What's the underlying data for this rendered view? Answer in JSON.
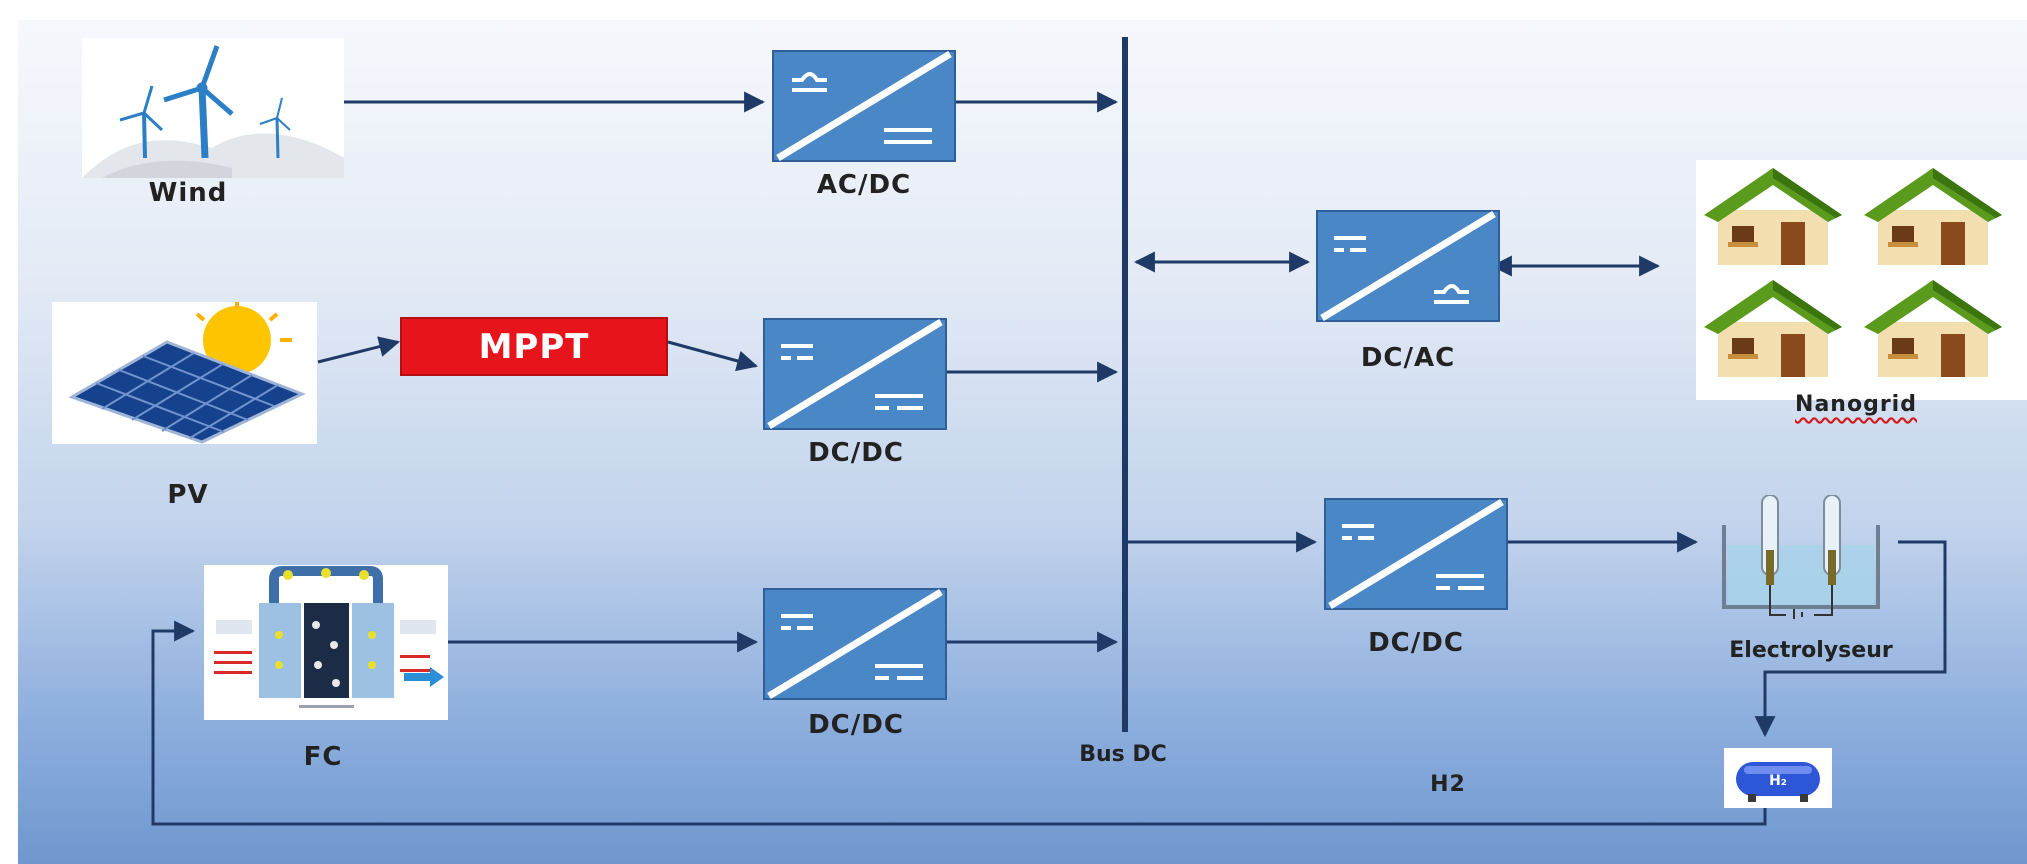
{
  "sources": {
    "wind": {
      "label": "Wind"
    },
    "pv": {
      "label": "PV"
    },
    "fc": {
      "label": "FC"
    }
  },
  "mppt": {
    "label": "MPPT"
  },
  "converters": {
    "wind_acdc": {
      "label": "AC/DC"
    },
    "pv_dcdc": {
      "label": "DC/DC"
    },
    "fc_dcdc": {
      "label": "DC/DC"
    },
    "load_dcac": {
      "label": "DC/AC"
    },
    "elec_dcdc": {
      "label": "DC/DC"
    }
  },
  "bus": {
    "label": "Bus DC"
  },
  "loads": {
    "nanogrid": {
      "label": "Nanogrid"
    },
    "electrolyser": {
      "label": "Electrolyseur"
    },
    "h2_line": {
      "label": "H2"
    },
    "tank": {
      "label": "H₂"
    }
  },
  "colors": {
    "wire": "#1f3a66",
    "converter": "#4a87c6",
    "mppt": "#e8141b",
    "roof": "#5a9a1c",
    "wall": "#f3deb0"
  }
}
